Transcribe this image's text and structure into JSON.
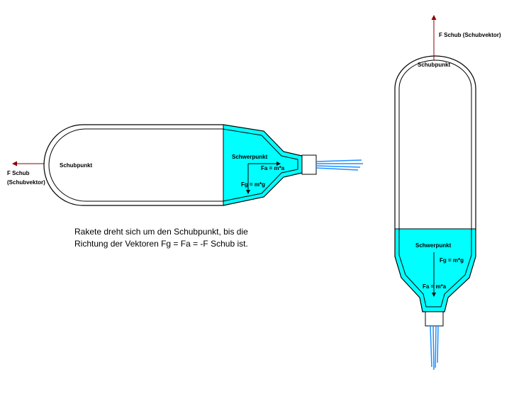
{
  "horizontal_rocket": {
    "thrust_label_line1": "F Schub",
    "thrust_label_line2": "(Schubvektor)",
    "thrust_point_label": "Schubpunkt",
    "cg_label": "Schwerpunkt",
    "fa_label": "Fa = m*a",
    "fg_label": "Fg = m*g"
  },
  "caption": {
    "line1": "Rakete dreht sich um den Schubpunkt, bis die",
    "line2": "Richtung der Vektoren Fg = Fa = -F Schub ist."
  },
  "vertical_rocket": {
    "thrust_label": "F Schub (Schubvektor)",
    "thrust_point_label": "Schubpunkt",
    "cg_label": "Schwerpunkt",
    "fg_label": "Fg = m*g",
    "fa_label": "Fa = m*a"
  },
  "colors": {
    "water": "#00ffff",
    "thrust_arrow": "#8b0000",
    "outline": "#000000",
    "jet": "#1e90ff"
  }
}
